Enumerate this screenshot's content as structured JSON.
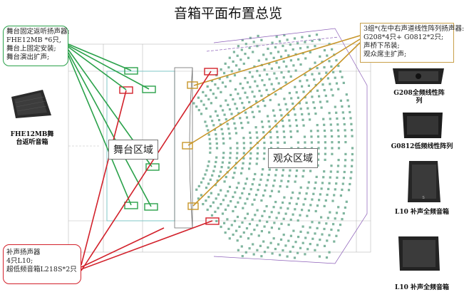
{
  "title": "音箱平面布置总览",
  "notes": {
    "stage_monitor": "舞台固定返听扬声器:\nFHE12MB *6只,\n舞台上固定安装;\n舞台演出扩声;",
    "line_array": "3组*(左中右声道线性阵列扬声器:\nG208*4只+ G0812*2只;\n声桥下吊装;\n观众席主扩声;",
    "fill": "补声扬声器\n4只L10;\n超低频音箱L218S*2只"
  },
  "areas": {
    "stage": "舞台区域",
    "audience": "观众区域"
  },
  "products": {
    "fhe12mb": "FHE12MB舞\n台返听音箱",
    "g208": "G208全频线性阵\n列",
    "g0812": "G0812低频线性阵列",
    "l10_a": "L10 补声全频音箱",
    "l10_b": "L10 补声全频音箱"
  },
  "colors": {
    "stage_lines": "#2aa14a",
    "array_lines": "#c8962a",
    "fill_lines": "#d2212b",
    "seat": "#7fb59e",
    "wall": "#8a8a8a"
  }
}
